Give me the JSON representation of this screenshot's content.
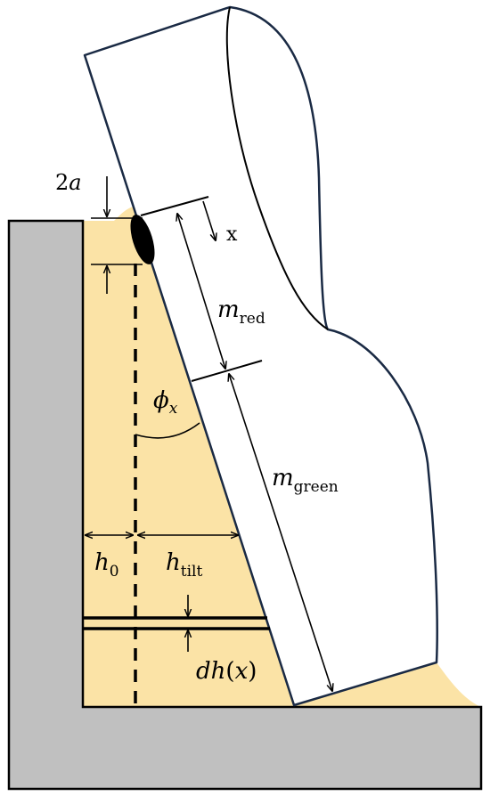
{
  "labels": {
    "two_a": {
      "coef": "2",
      "var": "a"
    },
    "x": "x",
    "m_red": {
      "base": "m",
      "sub": "red"
    },
    "phi_x": {
      "base": "ϕ",
      "sub": "x"
    },
    "m_green": {
      "base": "m",
      "sub": "green"
    },
    "h0": {
      "base": "h",
      "sub": "0"
    },
    "h_tilt": {
      "base": "h",
      "sub": "tilt"
    },
    "dh_x": {
      "d": "d",
      "h": "h",
      "lp": "(",
      "x": "x",
      "rp": ")"
    }
  },
  "colors": {
    "wall": "#c0c0c0",
    "fluid": "#fbe3a6",
    "outline": "#000000",
    "block_outline": "#1a2a44",
    "block_fill": "#ffffff",
    "ellipse": "#000000"
  },
  "icons": [
    "wall",
    "fluid",
    "tilted-block",
    "contact-ellipse",
    "dashed-vertical-line",
    "dimension-arrows",
    "angle-arc"
  ]
}
